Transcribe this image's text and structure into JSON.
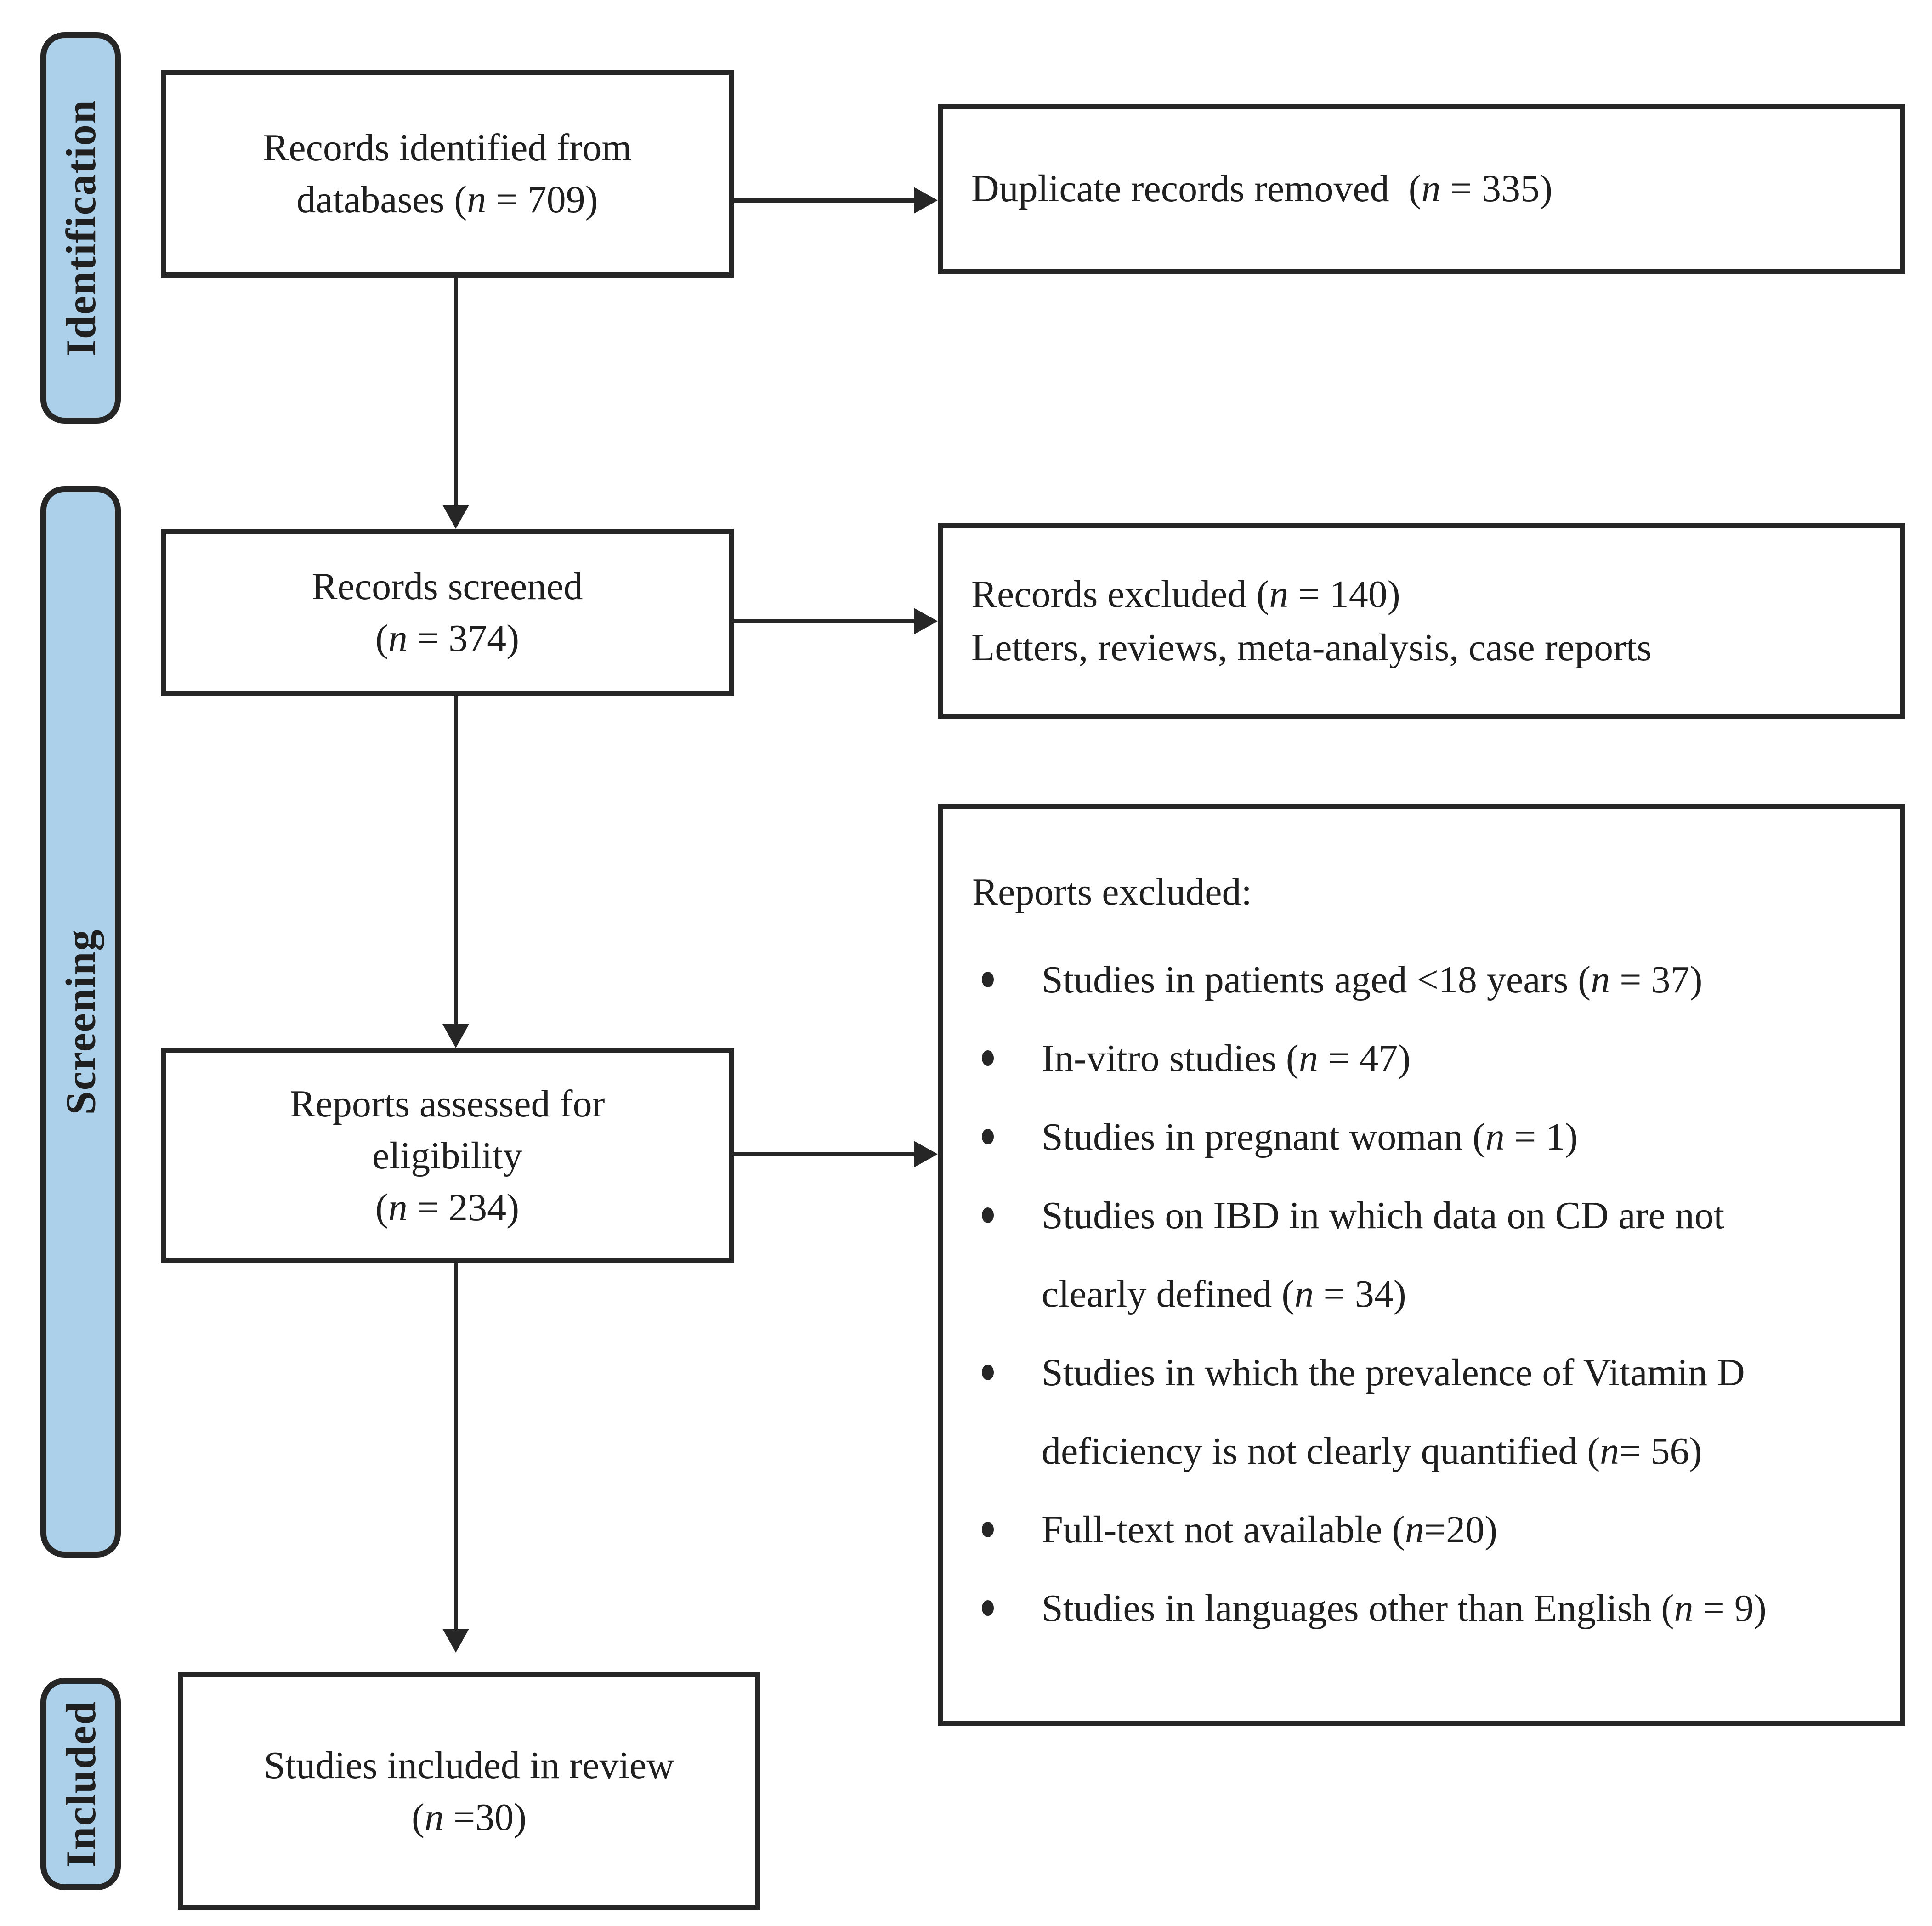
{
  "palette": {
    "sidebar_fill": "#accfea",
    "border": "#262626",
    "box_background": "#ffffff",
    "text": "#1f1f1f"
  },
  "sidebar": {
    "identification": "Identification",
    "screening": "Screening",
    "included": "Included"
  },
  "boxes": {
    "records_identified": {
      "lines": [
        [
          {
            "t": "Records identified from"
          }
        ],
        [
          {
            "t": "databases ("
          },
          {
            "t": "n",
            "i": true
          },
          {
            "t": " = 709)"
          }
        ]
      ]
    },
    "duplicates_removed": {
      "lines": [
        [
          {
            "t": "Duplicate records removed  ("
          },
          {
            "t": "n",
            "i": true
          },
          {
            "t": " = 335)"
          }
        ]
      ]
    },
    "records_screened": {
      "lines": [
        [
          {
            "t": "Records screened"
          }
        ],
        [
          {
            "t": "("
          },
          {
            "t": "n",
            "i": true
          },
          {
            "t": " = 374)"
          }
        ]
      ]
    },
    "records_excluded": {
      "lines": [
        [
          {
            "t": "Records excluded ("
          },
          {
            "t": "n",
            "i": true
          },
          {
            "t": " = 140)"
          }
        ],
        [
          {
            "t": "Letters, reviews, meta-analysis, case reports"
          }
        ]
      ]
    },
    "reports_assessed": {
      "lines": [
        [
          {
            "t": "Reports assessed for"
          }
        ],
        [
          {
            "t": "eligibility"
          }
        ],
        [
          {
            "t": "("
          },
          {
            "t": "n",
            "i": true
          },
          {
            "t": " = 234)"
          }
        ]
      ]
    },
    "reports_excluded": {
      "title": [
        {
          "t": "Reports excluded:"
        }
      ],
      "bullets": [
        [
          {
            "t": "Studies in patients aged <18 years ("
          },
          {
            "t": "n",
            "i": true
          },
          {
            "t": " = 37)"
          }
        ],
        [
          {
            "t": "In-vitro studies ("
          },
          {
            "t": "n",
            "i": true
          },
          {
            "t": " = 47)"
          }
        ],
        [
          {
            "t": "Studies in pregnant woman ("
          },
          {
            "t": "n",
            "i": true
          },
          {
            "t": " = 1)"
          }
        ],
        [
          {
            "t": "Studies on IBD in which data on CD are not"
          },
          {
            "br": true
          },
          {
            "t": "clearly defined ("
          },
          {
            "t": "n",
            "i": true
          },
          {
            "t": " = 34)"
          }
        ],
        [
          {
            "t": "Studies in which the prevalence of Vitamin D"
          },
          {
            "br": true
          },
          {
            "t": "deficiency is not clearly quantified ("
          },
          {
            "t": "n",
            "i": true
          },
          {
            "t": "= 56)"
          }
        ],
        [
          {
            "t": "Full-text not available ("
          },
          {
            "t": "n",
            "i": true
          },
          {
            "t": "=20)"
          }
        ],
        [
          {
            "t": "Studies in languages other than English ("
          },
          {
            "t": "n",
            "i": true
          },
          {
            "t": " = 9)"
          }
        ]
      ]
    },
    "studies_included": {
      "lines": [
        [
          {
            "t": "Studies included in review"
          }
        ],
        [
          {
            "t": "("
          },
          {
            "t": "n",
            "i": true
          },
          {
            "t": " =30)"
          }
        ]
      ]
    }
  }
}
